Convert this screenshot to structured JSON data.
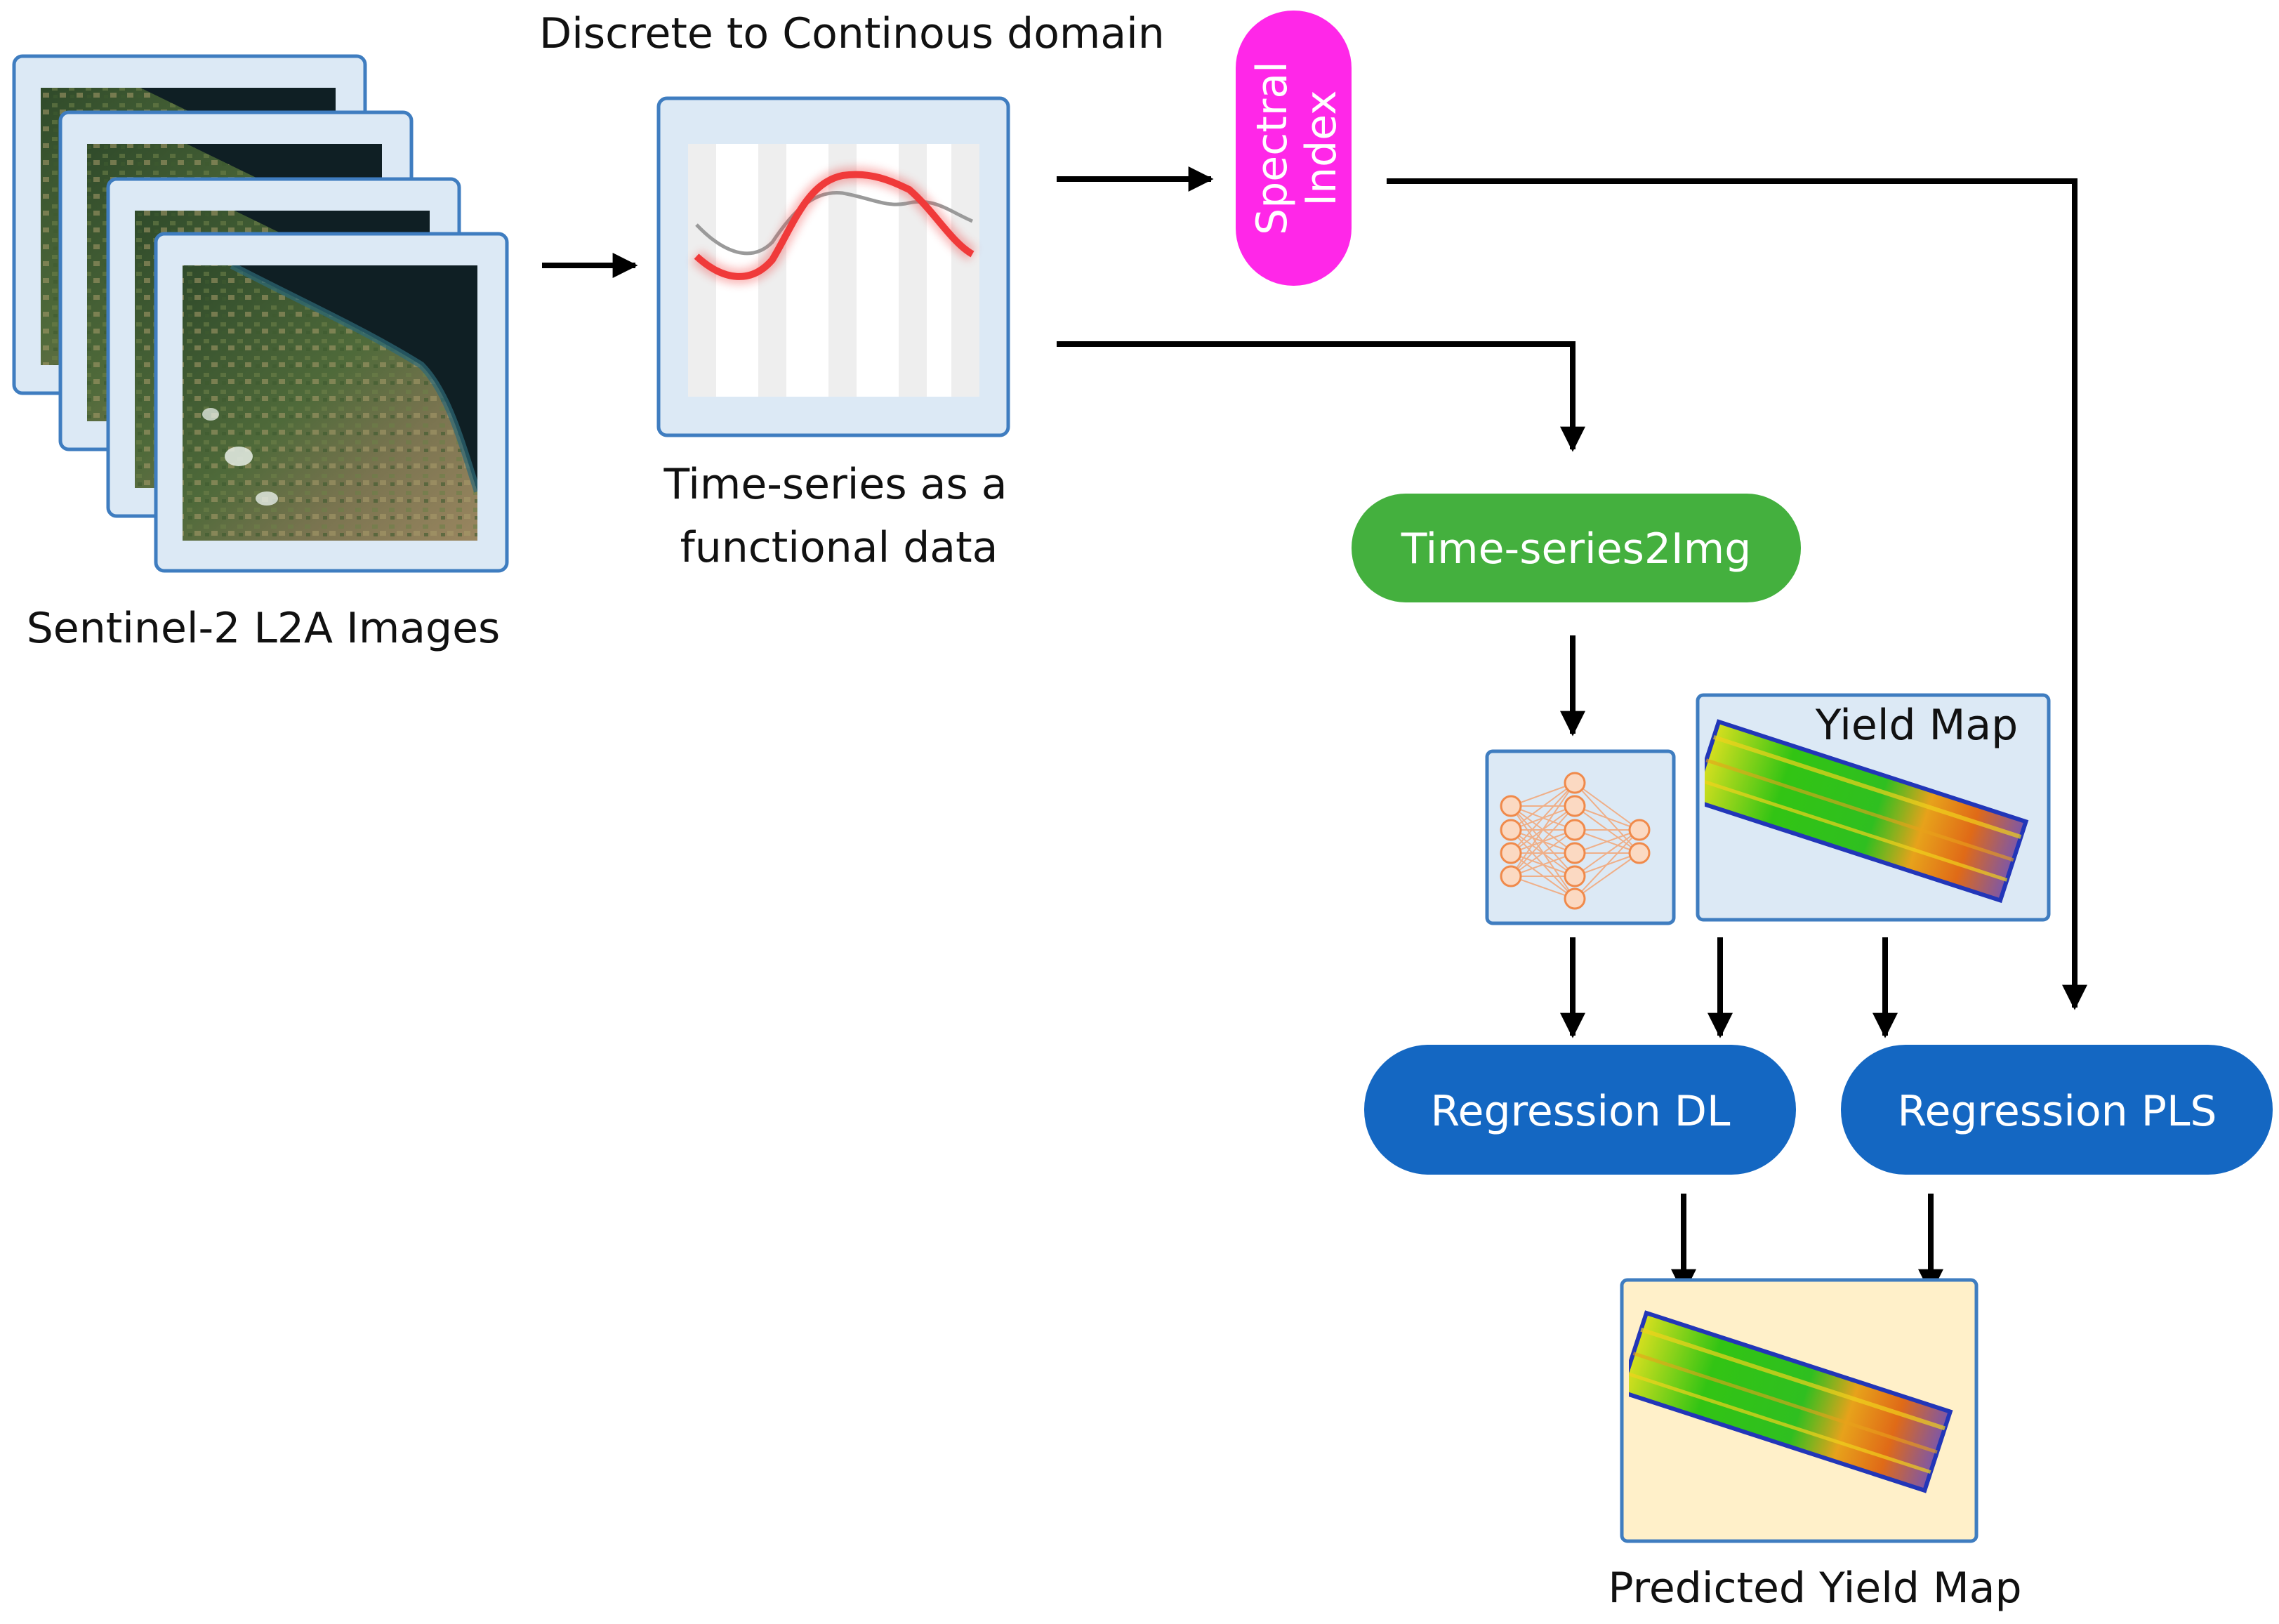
{
  "title": "Discrete to Continous domain",
  "sentinel_label": "Sentinel-2 L2A Images",
  "timeseries_label_line1": "Time-series as a",
  "timeseries_label_line2": "functional data",
  "spectral_line1": "Spectral",
  "spectral_line2": "Index",
  "ts2img": "Time-series2Img",
  "yield_map": "Yield Map",
  "regression_dl": "Regression DL",
  "regression_pls": "Regression PLS",
  "predicted_yield_map": "Predicted Yield Map",
  "colors": {
    "frame_fill": "#dce9f5",
    "frame_stroke": "#3f7dc0",
    "pill_magenta": "#ff27e8",
    "pill_green": "#44b03e",
    "pill_blue": "#1467c2",
    "predicted_fill": "#fff0c9",
    "curve_red": "#f03a3a",
    "nn_node": "#f3a576"
  }
}
